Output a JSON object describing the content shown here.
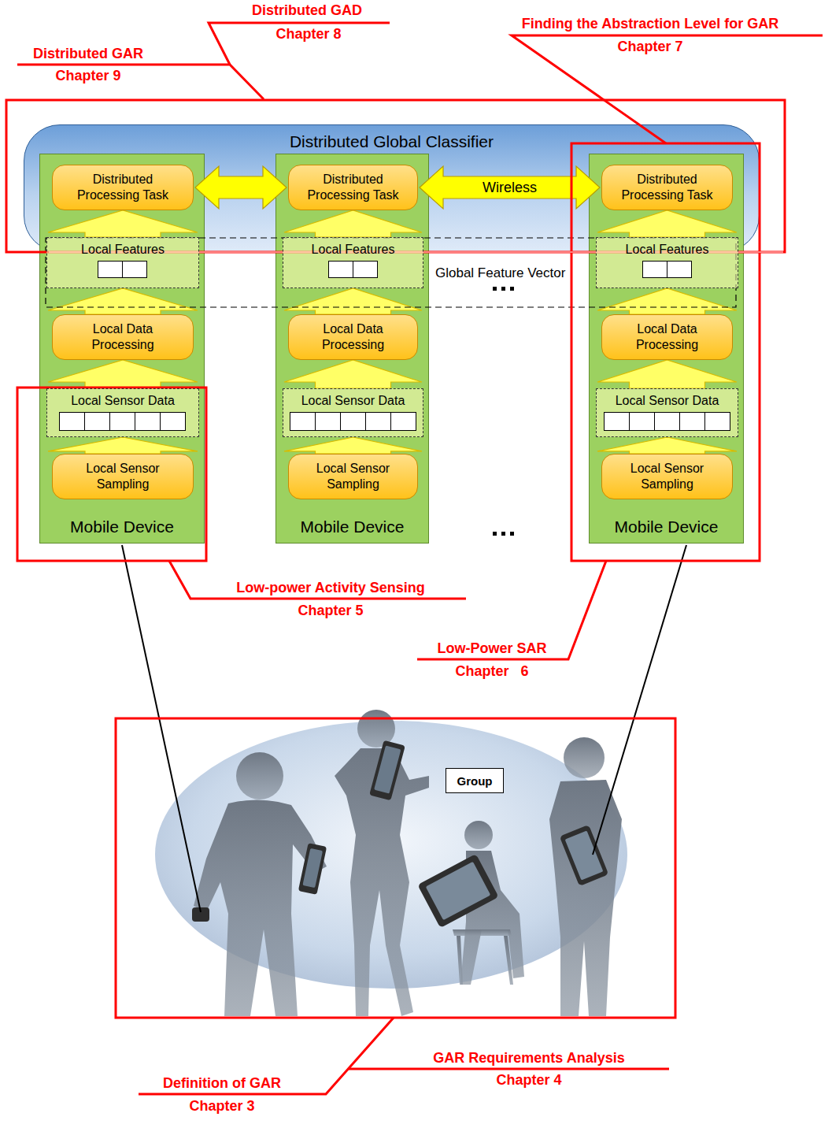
{
  "diagram": {
    "nodes": [
      {
        "text": [
          "Distributed Global Classifier"
        ]
      },
      {
        "text": [
          "Mobile Device"
        ]
      },
      {
        "text": [
          "Distributed Processing Task"
        ],
        "in": 1
      },
      {
        "text": [
          "Local Features"
        ],
        "in": 1
      },
      {
        "text": [
          "Local Data Processing"
        ],
        "in": 1
      },
      {
        "text": [
          "Local Sensor Data"
        ],
        "in": 1
      },
      {
        "text": [
          "Local Sensor Sampling"
        ],
        "in": 1
      },
      {
        "text": [
          "Mobile Device"
        ]
      },
      {
        "text": [
          "Distributed Processing Task"
        ],
        "in": 7
      },
      {
        "text": [
          "Local Features"
        ],
        "in": 7
      },
      {
        "text": [
          "Local Data Processing"
        ],
        "in": 7
      },
      {
        "text": [
          "Local Sensor Data"
        ],
        "in": 7
      },
      {
        "text": [
          "Local Sensor Sampling"
        ],
        "in": 7
      },
      {
        "text": [
          "Mobile Device"
        ]
      },
      {
        "text": [
          "Distributed Processing Task"
        ],
        "in": 13
      },
      {
        "text": [
          "Local Features"
        ],
        "in": 13
      },
      {
        "text": [
          "Local Data Processing"
        ],
        "in": 13
      },
      {
        "text": [
          "Local Sensor Data"
        ],
        "in": 13
      },
      {
        "text": [
          "Local Sensor Sampling"
        ],
        "in": 13
      },
      {
        "text": [
          "Group"
        ]
      }
    ],
    "edges": [
      {
        "from": 2,
        "to": 8,
        "arrow": "both"
      },
      {
        "from": 8,
        "to": 14,
        "label": "Wireless",
        "arrow": "both"
      },
      {
        "from": 6,
        "to": 5,
        "arrow": "to"
      },
      {
        "from": 5,
        "to": 4,
        "arrow": "to"
      },
      {
        "from": 4,
        "to": 3,
        "arrow": "to"
      },
      {
        "from": 3,
        "to": 2,
        "arrow": "to"
      },
      {
        "from": 12,
        "to": 11,
        "arrow": "to"
      },
      {
        "from": 11,
        "to": 10,
        "arrow": "to"
      },
      {
        "from": 10,
        "to": 9,
        "arrow": "to"
      },
      {
        "from": 9,
        "to": 8,
        "arrow": "to"
      },
      {
        "from": 18,
        "to": 17,
        "arrow": "to"
      },
      {
        "from": 17,
        "to": 16,
        "arrow": "to"
      },
      {
        "from": 16,
        "to": 15,
        "arrow": "to"
      },
      {
        "from": 15,
        "to": 14,
        "arrow": "to"
      }
    ],
    "labels": [
      "Global Feature Vector",
      "Distributed GAD",
      "Chapter 8",
      "Distributed GAR",
      "Chapter 9",
      "Finding the Abstraction Level for GAR",
      "Chapter 7",
      "Low-power Activity Sensing",
      "Chapter 5",
      "Low-Power SAR",
      "Chapter   6",
      "GAR Requirements Analysis",
      "Chapter 4",
      "Definition of GAR",
      "Chapter 3"
    ]
  }
}
